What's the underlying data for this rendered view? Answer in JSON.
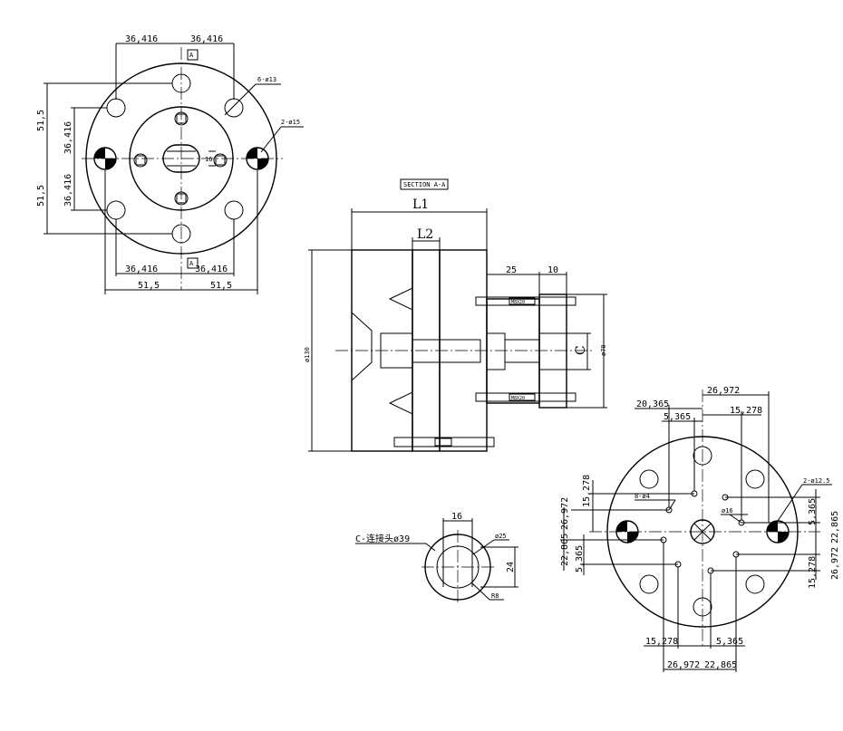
{
  "top_view": {
    "dims": {
      "top_left": "36,416",
      "top_right": "36,416",
      "bottom_left": "36,416",
      "bottom_right": "36,416",
      "left_outer_top": "51,5",
      "left_outer_bottom": "51,5",
      "left_inner_top": "36,416",
      "left_inner_bottom": "36,416",
      "bottom_outer_left": "51,5",
      "bottom_outer_right": "51,5",
      "center_small": "16"
    },
    "callouts": {
      "holes6": "6-ø13",
      "holes2": "2-ø15"
    },
    "section_marks": {
      "top": "A",
      "bottom": "A"
    }
  },
  "section_view": {
    "title": "SECTION A-A",
    "dims": {
      "l1": "L1",
      "l2": "L2",
      "d25": "25",
      "d10": "10",
      "dia130": "ø130",
      "dia70": "ø70",
      "c": "C"
    },
    "bolt_labels": {
      "upper": "M8X20",
      "lower": "M8X20"
    }
  },
  "connector_view": {
    "label": "C-连接头ø39",
    "dims": {
      "w16": "16",
      "dia25": "ø25",
      "h24": "24",
      "r8": "R8"
    }
  },
  "bottom_right_view": {
    "dims": {
      "top_26972": "26,972",
      "top_20365": "20,365",
      "top_15278": "15,278",
      "top_5365": "5,365",
      "left_15278": "15,278",
      "left_26972": "26,972",
      "left_22865": "22,865",
      "left_5365": "5,365",
      "right_5365": "5,365",
      "right_22865": "22,865",
      "right_26972": "26,972",
      "right_15278": "15,278",
      "bottom_15278": "15,278",
      "bottom_5365": "5,365",
      "bottom_26972": "26,972",
      "bottom_22865": "22,865"
    },
    "callouts": {
      "holes2": "2-ø12.5",
      "hole4": "8-ø4",
      "hole16": "ø16"
    }
  }
}
